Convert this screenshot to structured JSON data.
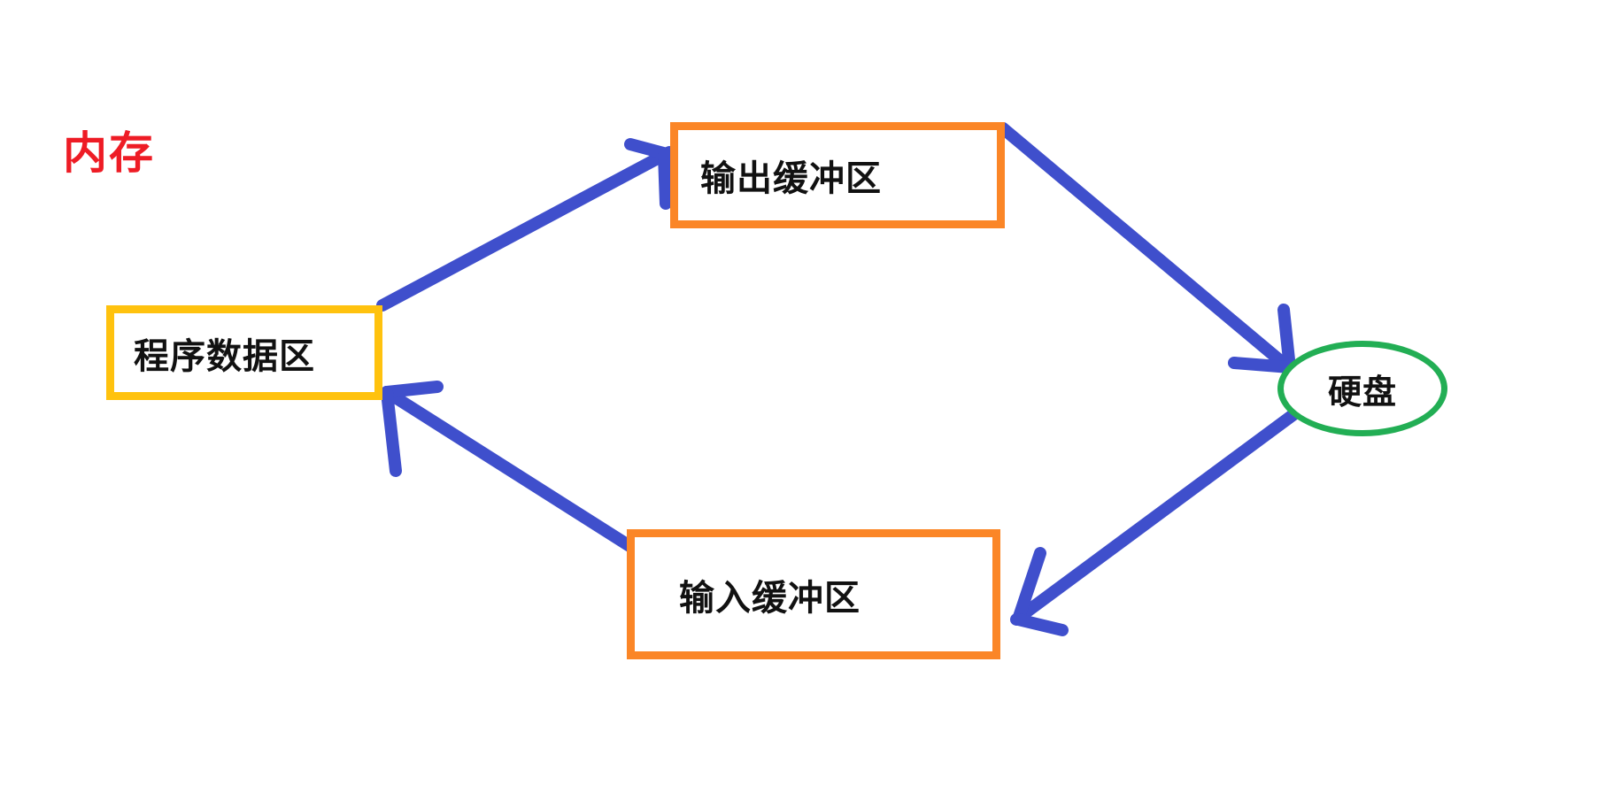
{
  "diagram": {
    "title_label": "内存",
    "title_color": "#EE1C25",
    "background": "#ffffff",
    "nodes": [
      {
        "id": "program-data",
        "label": "程序数据区",
        "shape": "rectangle",
        "border_color": "#FFC20E",
        "fill": "#ffffff",
        "text_color": "#111111"
      },
      {
        "id": "output-buffer",
        "label": "输出缓冲区",
        "shape": "rectangle",
        "border_color": "#FB8627",
        "fill": "#ffffff",
        "text_color": "#111111"
      },
      {
        "id": "input-buffer",
        "label": "输入缓冲区",
        "shape": "rectangle",
        "border_color": "#FB8627",
        "fill": "#ffffff",
        "text_color": "#111111"
      },
      {
        "id": "hard-disk",
        "label": "硬盘",
        "shape": "ellipse",
        "border_color": "#22AE54",
        "fill": "#ffffff",
        "text_color": "#111111"
      }
    ],
    "edges": [
      {
        "id": "program-data-to-output-buffer",
        "from": "program-data",
        "to": "output-buffer",
        "color": "#3F4FCC",
        "style": "hand-drawn-arrow"
      },
      {
        "id": "output-buffer-to-hard-disk",
        "from": "output-buffer",
        "to": "hard-disk",
        "color": "#3F4FCC",
        "style": "hand-drawn-arrow"
      },
      {
        "id": "hard-disk-to-input-buffer",
        "from": "hard-disk",
        "to": "input-buffer",
        "color": "#3F4FCC",
        "style": "hand-drawn-arrow"
      },
      {
        "id": "input-buffer-to-program-data",
        "from": "input-buffer",
        "to": "program-data",
        "color": "#3F4FCC",
        "style": "hand-drawn-arrow"
      }
    ]
  }
}
